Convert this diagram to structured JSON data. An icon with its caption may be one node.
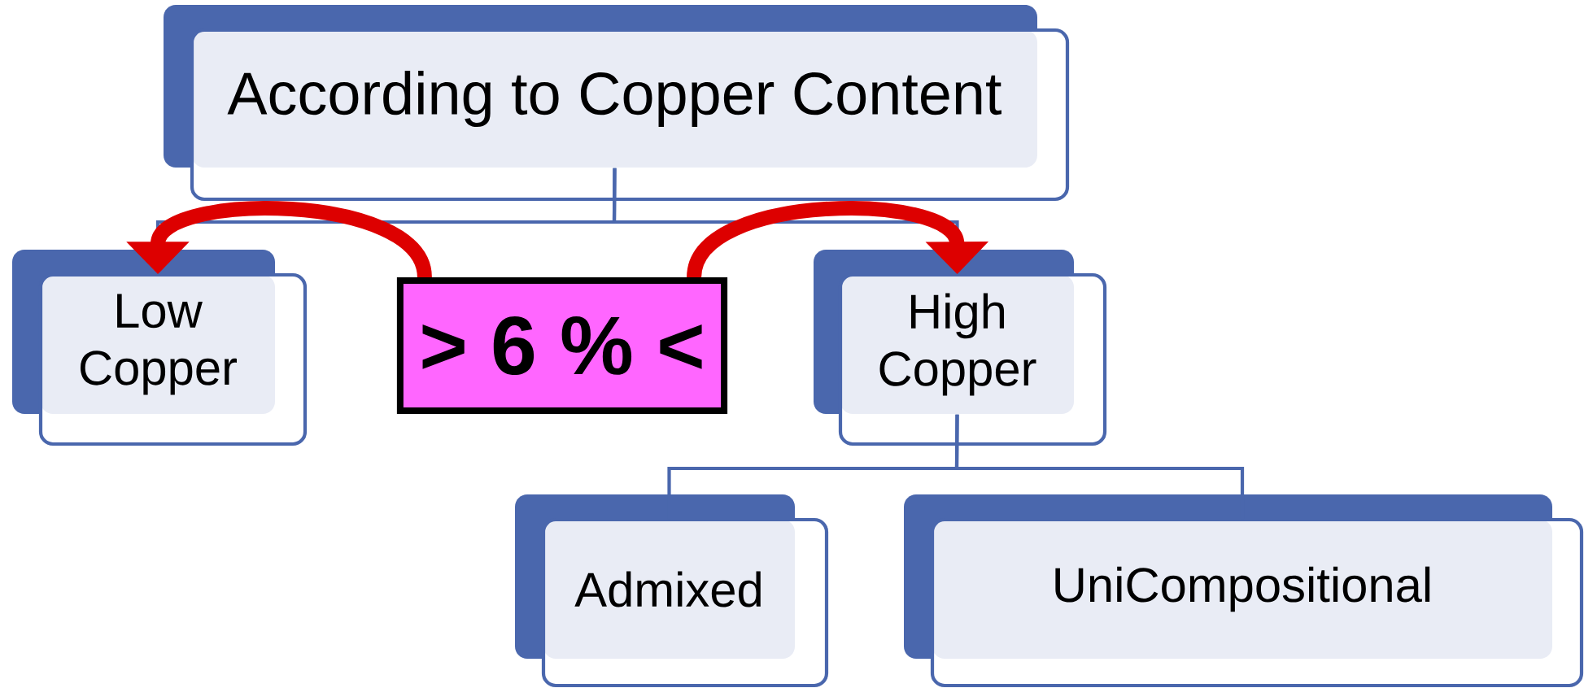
{
  "diagram": {
    "nodes": [
      {
        "text": [
          "According to Copper Content"
        ]
      },
      {
        "text": [
          "Low Copper"
        ]
      },
      {
        "text": [
          "> 6 % <"
        ]
      },
      {
        "text": [
          "High Copper"
        ]
      },
      {
        "text": [
          "Admixed"
        ]
      },
      {
        "text": [
          "UniCompositional"
        ]
      }
    ],
    "edges": [
      {
        "from": 0,
        "to": 1,
        "arrow": "none"
      },
      {
        "from": 0,
        "to": 3,
        "arrow": "none"
      },
      {
        "from": 3,
        "to": 4,
        "arrow": "none"
      },
      {
        "from": 3,
        "to": 5,
        "arrow": "none"
      },
      {
        "from": 2,
        "to": 1,
        "arrow": "to",
        "style": "thick",
        "color": "#dd0000"
      },
      {
        "from": 2,
        "to": 3,
        "arrow": "to",
        "style": "thick",
        "color": "#dd0000"
      }
    ]
  }
}
